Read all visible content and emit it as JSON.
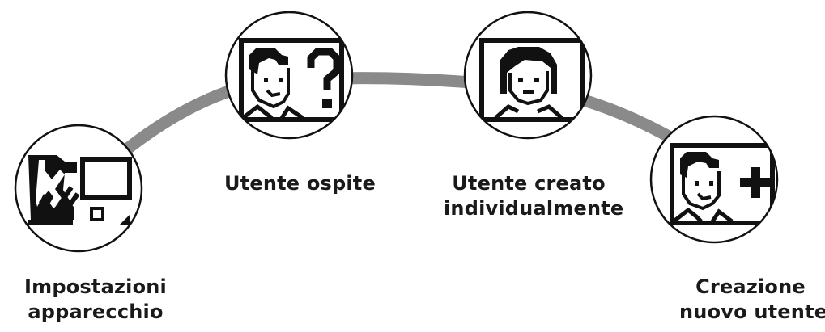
{
  "diagram": {
    "colors": {
      "arc": "#8a8a8a",
      "outline": "#111111",
      "background": "#ffffff"
    },
    "nodes": [
      {
        "id": "settings",
        "icon": "wrench-settings-icon",
        "label_lines": [
          "Impostazioni",
          "apparecchio"
        ]
      },
      {
        "id": "guest",
        "icon": "guest-user-icon",
        "label_lines": [
          "Utente ospite"
        ]
      },
      {
        "id": "custom",
        "icon": "user-portrait-icon",
        "label_lines": [
          "Utente creato",
          "individualmente"
        ]
      },
      {
        "id": "new",
        "icon": "add-user-icon",
        "label_lines": [
          "Creazione",
          "nuovo utente"
        ]
      }
    ]
  }
}
